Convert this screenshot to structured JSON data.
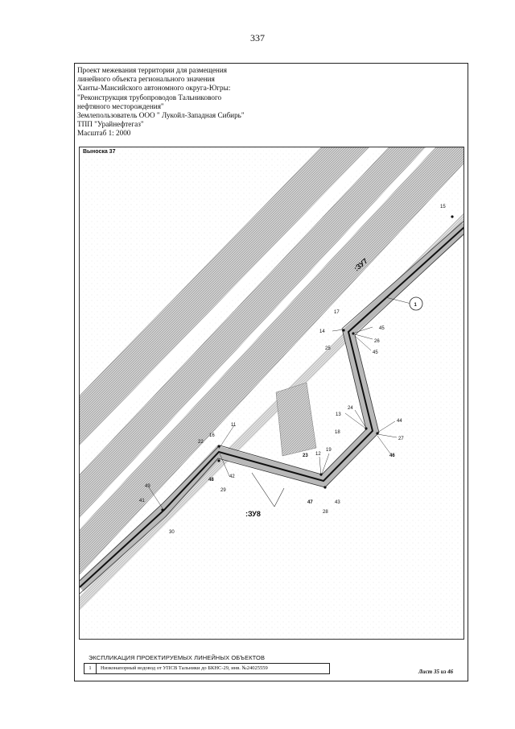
{
  "page_number": "337",
  "header": {
    "lines": [
      "Проект межевания территории для размещения",
      "линейного объекта регионального значения",
      "Ханты-Мансийского автономного округа-Югры:",
      "\"Реконструкция трубопроводов Тальникового",
      "нефтяного месторождения\"",
      "Землепользователь ООО \" Лукойл-Западная Сибирь\"",
      "ТПП \"Урайнефтегаз\"",
      "Масштаб 1: 2000"
    ]
  },
  "map": {
    "title": "Выноска 37",
    "zones": {
      "zu7": ":ЗУ7",
      "zu8": ":ЗУ8"
    },
    "object_marker": "1",
    "points": {
      "p15": "15",
      "p17": "17",
      "p14": "14",
      "p25": "25",
      "p45a": "45",
      "p26": "26",
      "p45b": "45",
      "p13": "13",
      "p24": "24",
      "p18": "18",
      "p44": "44",
      "p27": "27",
      "p46": "46",
      "p11": "11",
      "p16": "16",
      "p22": "22",
      "p42": "42",
      "p48": "48",
      "p29": "29",
      "p23": "23",
      "p12": "12",
      "p19": "19",
      "p47": "47",
      "p43": "43",
      "p28": "28",
      "p49": "49",
      "p41": "41",
      "p30": "30"
    }
  },
  "legend": {
    "title": "ЭКСПЛИКАЦИЯ ПРОЕКТИРУЕМЫХ ЛИНЕЙНЫХ ОБЪЕКТОВ",
    "rows": [
      {
        "num": "1",
        "desc": "Низконапорный водовод от УПСВ Тальники до БКНС-29, инв. №24025559"
      }
    ]
  },
  "sheet_label": "Лист 35 из 46"
}
